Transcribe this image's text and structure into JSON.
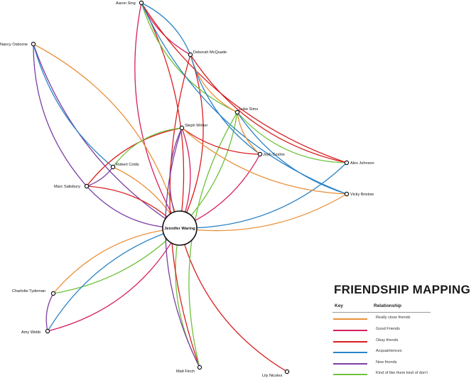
{
  "center": {
    "name": "Jennifer Waring"
  },
  "nodes": [
    {
      "id": "aaron",
      "label": "Aaron Sing"
    },
    {
      "id": "nancy",
      "label": "Nancy Osborne"
    },
    {
      "id": "deborah",
      "label": "Deborah McQuade"
    },
    {
      "id": "luke",
      "label": "Luke Sims"
    },
    {
      "id": "steph",
      "label": "Steph Winter"
    },
    {
      "id": "josh",
      "label": "Josh Coshin"
    },
    {
      "id": "alex",
      "label": "Alex Johnson"
    },
    {
      "id": "robert",
      "label": "Robert Colds"
    },
    {
      "id": "marc",
      "label": "Marc Salisbury"
    },
    {
      "id": "vicky",
      "label": "Vicky Bristow"
    },
    {
      "id": "charlotte",
      "label": "Charlotte Tydeman"
    },
    {
      "id": "amy",
      "label": "Amy Webb"
    },
    {
      "id": "matt",
      "label": "Matt Finch"
    },
    {
      "id": "lily",
      "label": "Lily Nicoles"
    }
  ],
  "relationships": {
    "close": {
      "label": "Really close friends",
      "color": "#e8913a"
    },
    "good": {
      "label": "Good Friends",
      "color": "#d61f5e"
    },
    "okay": {
      "label": "Okay friends",
      "color": "#d91e1e"
    },
    "acq": {
      "label": "Acquaintences",
      "color": "#2a83c7"
    },
    "new": {
      "label": "New friends",
      "color": "#7b3fa3"
    },
    "kind": {
      "label": "Kind of like them kind of don't",
      "color": "#6ec23b"
    }
  },
  "edges": [
    {
      "from": "center",
      "to": "aaron",
      "rel": "okay"
    },
    {
      "from": "center",
      "to": "aaron",
      "rel": "good"
    },
    {
      "from": "center",
      "to": "nancy",
      "rel": "close"
    },
    {
      "from": "center",
      "to": "nancy",
      "rel": "new"
    },
    {
      "from": "center",
      "to": "deborah",
      "rel": "okay"
    },
    {
      "from": "center",
      "to": "luke",
      "rel": "kind"
    },
    {
      "from": "center",
      "to": "steph",
      "rel": "good"
    },
    {
      "from": "center",
      "to": "steph",
      "rel": "new"
    },
    {
      "from": "center",
      "to": "josh",
      "rel": "good"
    },
    {
      "from": "center",
      "to": "alex",
      "rel": "acq"
    },
    {
      "from": "center",
      "to": "robert",
      "rel": "close"
    },
    {
      "from": "center",
      "to": "marc",
      "rel": "okay"
    },
    {
      "from": "center",
      "to": "marc",
      "rel": "new"
    },
    {
      "from": "center",
      "to": "vicky",
      "rel": "close"
    },
    {
      "from": "center",
      "to": "charlotte",
      "rel": "close"
    },
    {
      "from": "center",
      "to": "charlotte",
      "rel": "kind"
    },
    {
      "from": "center",
      "to": "amy",
      "rel": "acq"
    },
    {
      "from": "center",
      "to": "amy",
      "rel": "good"
    },
    {
      "from": "center",
      "to": "matt",
      "rel": "kind"
    },
    {
      "from": "center",
      "to": "lily",
      "rel": "okay"
    },
    {
      "from": "aaron",
      "to": "deborah",
      "rel": "good"
    },
    {
      "from": "aaron",
      "to": "deborah",
      "rel": "acq"
    },
    {
      "from": "aaron",
      "to": "luke",
      "rel": "kind"
    },
    {
      "from": "aaron",
      "to": "alex",
      "rel": "okay"
    },
    {
      "from": "aaron",
      "to": "vicky",
      "rel": "acq"
    },
    {
      "from": "nancy",
      "to": "robert",
      "rel": "acq"
    },
    {
      "from": "nancy",
      "to": "marc",
      "rel": "new"
    },
    {
      "from": "deborah",
      "to": "luke",
      "rel": "close"
    },
    {
      "from": "deborah",
      "to": "josh",
      "rel": "acq"
    },
    {
      "from": "deborah",
      "to": "alex",
      "rel": "okay"
    },
    {
      "from": "deborah",
      "to": "matt",
      "rel": "okay"
    },
    {
      "from": "luke",
      "to": "josh",
      "rel": "close"
    },
    {
      "from": "luke",
      "to": "alex",
      "rel": "kind"
    },
    {
      "from": "luke",
      "to": "vicky",
      "rel": "acq"
    },
    {
      "from": "luke",
      "to": "matt",
      "rel": "kind"
    },
    {
      "from": "steph",
      "to": "josh",
      "rel": "okay"
    },
    {
      "from": "steph",
      "to": "marc",
      "rel": "okay"
    },
    {
      "from": "steph",
      "to": "robert",
      "rel": "kind"
    },
    {
      "from": "steph",
      "to": "vicky",
      "rel": "close"
    },
    {
      "from": "steph",
      "to": "matt",
      "rel": "new"
    },
    {
      "from": "marc",
      "to": "robert",
      "rel": "new"
    },
    {
      "from": "charlotte",
      "to": "amy",
      "rel": "new"
    }
  ],
  "legend": {
    "title": "FRIENDSHIP MAPPING",
    "key_header": "Key",
    "relationship_header": "Relationship",
    "order": [
      "close",
      "good",
      "okay",
      "acq",
      "new",
      "kind"
    ]
  }
}
